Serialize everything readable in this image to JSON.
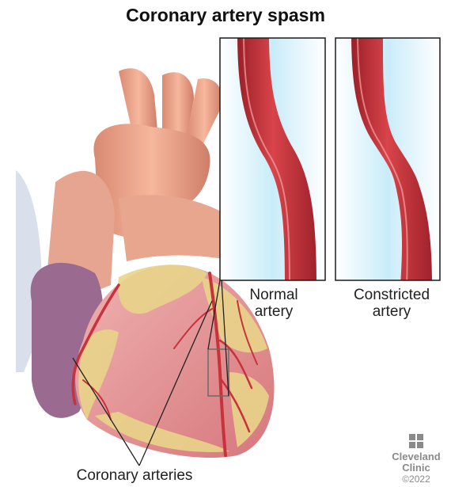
{
  "title": "Coronary artery spasm",
  "labels": {
    "normal_line1": "Normal",
    "normal_line2": "artery",
    "constricted_line1": "Constricted",
    "constricted_line2": "artery",
    "coronary": "Coronary arteries"
  },
  "logo": {
    "line1": "Cleveland",
    "line2": "Clinic",
    "copyright": "©2022"
  },
  "colors": {
    "artery_red": "#c8323a",
    "heart_pink": "#e89a9a",
    "fat_yellow": "#e9d48a",
    "aorta_peach": "#f0a98c",
    "vein_purple": "#9a6a90",
    "panel_blue": "#cfeefa"
  }
}
